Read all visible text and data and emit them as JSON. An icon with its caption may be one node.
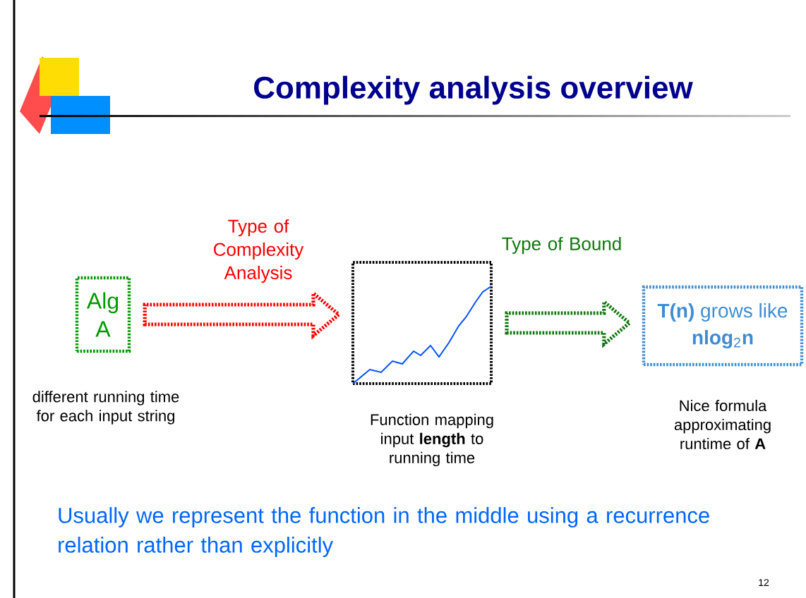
{
  "diagram": {
    "title": "Complexity analysis overview",
    "nodes": [
      {
        "text": [
          "Alg A"
        ],
        "beside": [
          "different running time for each input string"
        ]
      },
      {
        "text": [],
        "shape": "picture",
        "beside": [
          "Function mapping input **length** to running time"
        ]
      },
      {
        "text": [
          "**T(n)** grows like **nlog**$_{2}$**n**"
        ],
        "beside": [
          "Nice formula approximating runtime of **A**"
        ]
      }
    ],
    "edges": [
      {
        "from": 0,
        "to": 1,
        "arrow": "to",
        "label": "Type of Complexity Analysis",
        "style": "dashed",
        "color": "#ff0000"
      },
      {
        "from": 1,
        "to": 2,
        "arrow": "to",
        "label": "Type of Bound",
        "style": "dashed",
        "color": "#11770f"
      }
    ],
    "labels": [
      "Usually we represent the function in the middle using a recurrence relation rather than explicitly",
      "12"
    ]
  }
}
